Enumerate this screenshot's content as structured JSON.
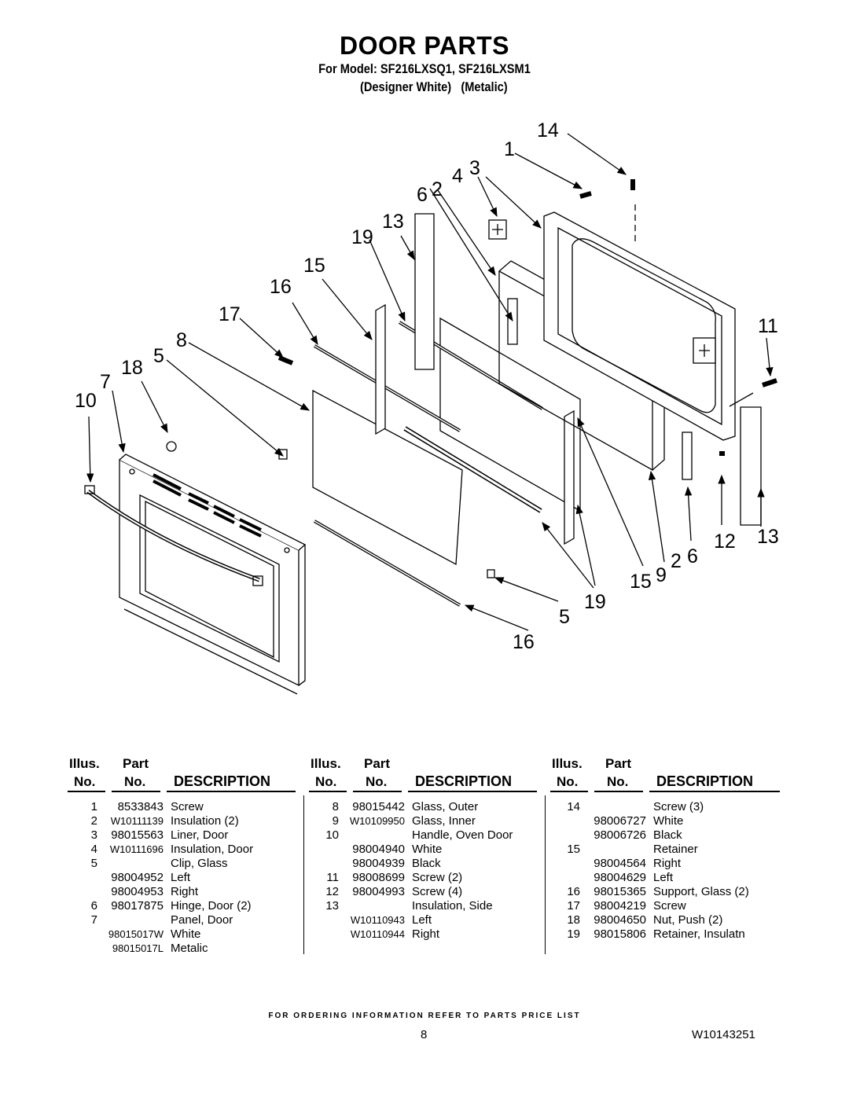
{
  "header": {
    "title": "DOOR PARTS",
    "model_line": "For Model: SF216LXSQ1, SF216LXSM1",
    "finish_line": "(Designer White)   (Metalic)"
  },
  "diagram_callouts": [
    "14",
    "1",
    "4",
    "3",
    "6",
    "2",
    "13",
    "19",
    "15",
    "16",
    "17",
    "11",
    "8",
    "5",
    "18",
    "7",
    "10",
    "12",
    "13",
    "15",
    "9",
    "2",
    "6",
    "19",
    "5",
    "16"
  ],
  "table_headers": {
    "illus_1": "Illus.",
    "illus_2": "No.",
    "part_1": "Part",
    "part_2": "No.",
    "description": "DESCRIPTION"
  },
  "columns": [
    [
      {
        "illus": "1",
        "part": "8533843",
        "desc": "Screw"
      },
      {
        "illus": "2",
        "part": "W10111139",
        "desc": "Insulation (2)"
      },
      {
        "illus": "3",
        "part": "98015563",
        "desc": "Liner, Door"
      },
      {
        "illus": "4",
        "part": "W10111696",
        "desc": "Insulation, Door"
      },
      {
        "illus": "5",
        "part": "",
        "desc": "Clip, Glass"
      },
      {
        "illus": "",
        "part": "98004952",
        "desc": "Left"
      },
      {
        "illus": "",
        "part": "98004953",
        "desc": "Right"
      },
      {
        "illus": "6",
        "part": "98017875",
        "desc": "Hinge, Door (2)"
      },
      {
        "illus": "7",
        "part": "",
        "desc": "Panel, Door"
      },
      {
        "illus": "",
        "part": "98015017W",
        "desc": "White"
      },
      {
        "illus": "",
        "part": "98015017L",
        "desc": "Metalic"
      }
    ],
    [
      {
        "illus": "8",
        "part": "98015442",
        "desc": "Glass, Outer"
      },
      {
        "illus": "9",
        "part": "W10109950",
        "desc": "Glass, Inner"
      },
      {
        "illus": "10",
        "part": "",
        "desc": "Handle, Oven Door"
      },
      {
        "illus": "",
        "part": "98004940",
        "desc": "White"
      },
      {
        "illus": "",
        "part": "98004939",
        "desc": "Black"
      },
      {
        "illus": "11",
        "part": "98008699",
        "desc": "Screw (2)"
      },
      {
        "illus": "12",
        "part": "98004993",
        "desc": "Screw (4)"
      },
      {
        "illus": "13",
        "part": "",
        "desc": "Insulation, Side"
      },
      {
        "illus": "",
        "part": "W10110943",
        "desc": "Left"
      },
      {
        "illus": "",
        "part": "W10110944",
        "desc": "Right"
      }
    ],
    [
      {
        "illus": "14",
        "part": "",
        "desc": "Screw (3)"
      },
      {
        "illus": "",
        "part": "98006727",
        "desc": "White"
      },
      {
        "illus": "",
        "part": "98006726",
        "desc": "Black"
      },
      {
        "illus": "15",
        "part": "",
        "desc": "Retainer"
      },
      {
        "illus": "",
        "part": "98004564",
        "desc": "Right"
      },
      {
        "illus": "",
        "part": "98004629",
        "desc": "Left"
      },
      {
        "illus": "16",
        "part": "98015365",
        "desc": "Support, Glass (2)"
      },
      {
        "illus": "17",
        "part": "98004219",
        "desc": "Screw"
      },
      {
        "illus": "18",
        "part": "98004650",
        "desc": "Nut, Push (2)"
      },
      {
        "illus": "19",
        "part": "98015806",
        "desc": "Retainer, Insulatn"
      }
    ]
  ],
  "footer": {
    "ordering_note": "FOR ORDERING INFORMATION REFER TO PARTS PRICE LIST",
    "page_number": "8",
    "document_number": "W10143251"
  }
}
